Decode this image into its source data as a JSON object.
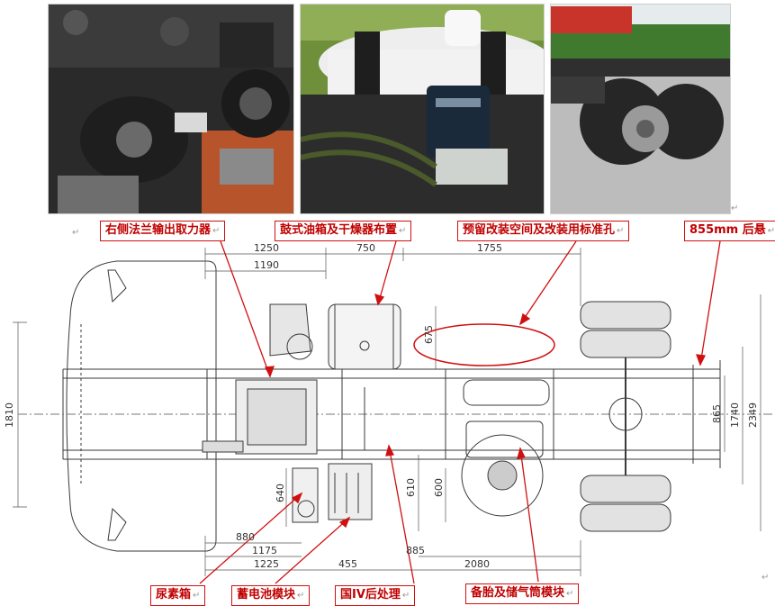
{
  "labels": {
    "pto": "右侧法兰输出取力器",
    "tank": "鼓式油箱及干燥器布置",
    "reserved": "预留改装空间及改装用标准孔",
    "suspension": "855mm 后悬",
    "urea": "尿素箱",
    "battery": "蓄电池模块",
    "aftertreat": "国IV后处理",
    "spare": "备胎及储气筒模块"
  },
  "para_mark": "↵",
  "dims": {
    "top_1250": "1250",
    "top_750": "750",
    "top_1755": "1755",
    "top_1190": "1190",
    "left_1810": "1810",
    "tank_675": "675",
    "right_865": "865",
    "right_1740": "1740",
    "right_2349": "2349",
    "v_640": "640",
    "v_610": "610",
    "v_600": "600",
    "bot_880": "880",
    "bot_1175": "1175",
    "bot_1225": "1225",
    "bot_455": "455",
    "bot_885": "885",
    "bot_2080": "2080"
  },
  "colors": {
    "accent_red": "#d01010",
    "drawing_line": "#3a3a3a"
  }
}
